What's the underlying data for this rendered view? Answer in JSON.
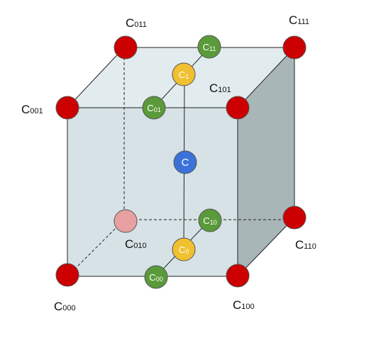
{
  "colors": {
    "front_face": "#d6e2e6",
    "right_face": "#a8b6b7",
    "edge": "#222222",
    "corner_node": "#cc0000",
    "hidden_corner_node": "#e8a0a0",
    "green_node": "#5a9a3a",
    "yellow_node": "#f0c030",
    "blue_node": "#3a72d8"
  },
  "corner_labels": {
    "c000": {
      "main": "C",
      "sub": "000"
    },
    "c100": {
      "main": "C",
      "sub": "100"
    },
    "c001": {
      "main": "C",
      "sub": "001"
    },
    "c101": {
      "main": "C",
      "sub": "101"
    },
    "c010": {
      "main": "C",
      "sub": "010"
    },
    "c110": {
      "main": "C",
      "sub": "110"
    },
    "c011": {
      "main": "C",
      "sub": "011"
    },
    "c111": {
      "main": "C",
      "sub": "111"
    }
  },
  "node_labels": {
    "c00": {
      "main": "C",
      "sub": "00"
    },
    "c10": {
      "main": "C",
      "sub": "10"
    },
    "c01": {
      "main": "C",
      "sub": "01"
    },
    "c11": {
      "main": "C",
      "sub": "11"
    },
    "c0": {
      "main": "C",
      "sub": "0"
    },
    "c1": {
      "main": "C",
      "sub": "1"
    },
    "c": {
      "main": "C",
      "sub": ""
    }
  }
}
